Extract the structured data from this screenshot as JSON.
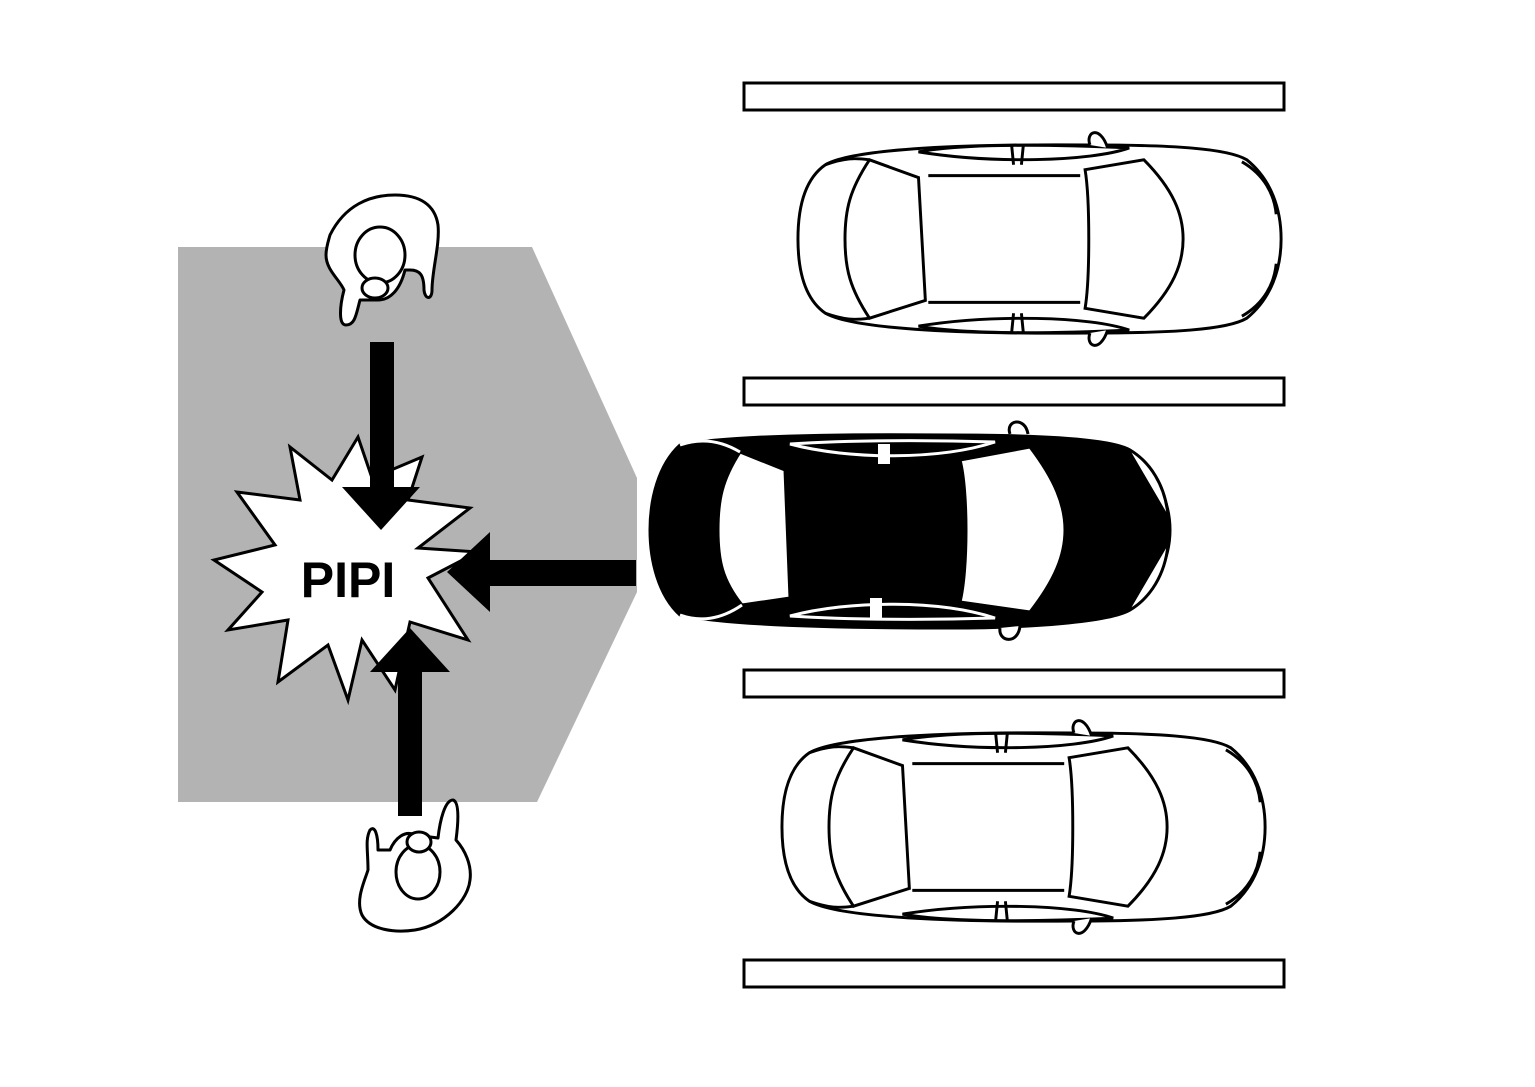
{
  "burst": {
    "label": "PIPI"
  },
  "colors": {
    "background": "#ffffff",
    "detection_zone": "#b3b3b3",
    "ink": "#000000",
    "outline_fill": "#ffffff"
  },
  "elements": {
    "detection_zone": "grey-sensor-zone",
    "warning_burst": "starburst-warning",
    "pedestrians": [
      "pedestrian-top",
      "pedestrian-bottom"
    ],
    "arrows": [
      "arrow-down",
      "arrow-left",
      "arrow-up"
    ],
    "vehicles": [
      "parked-car-top",
      "reversing-car-center",
      "parked-car-bottom"
    ],
    "parking_lines": 4
  }
}
